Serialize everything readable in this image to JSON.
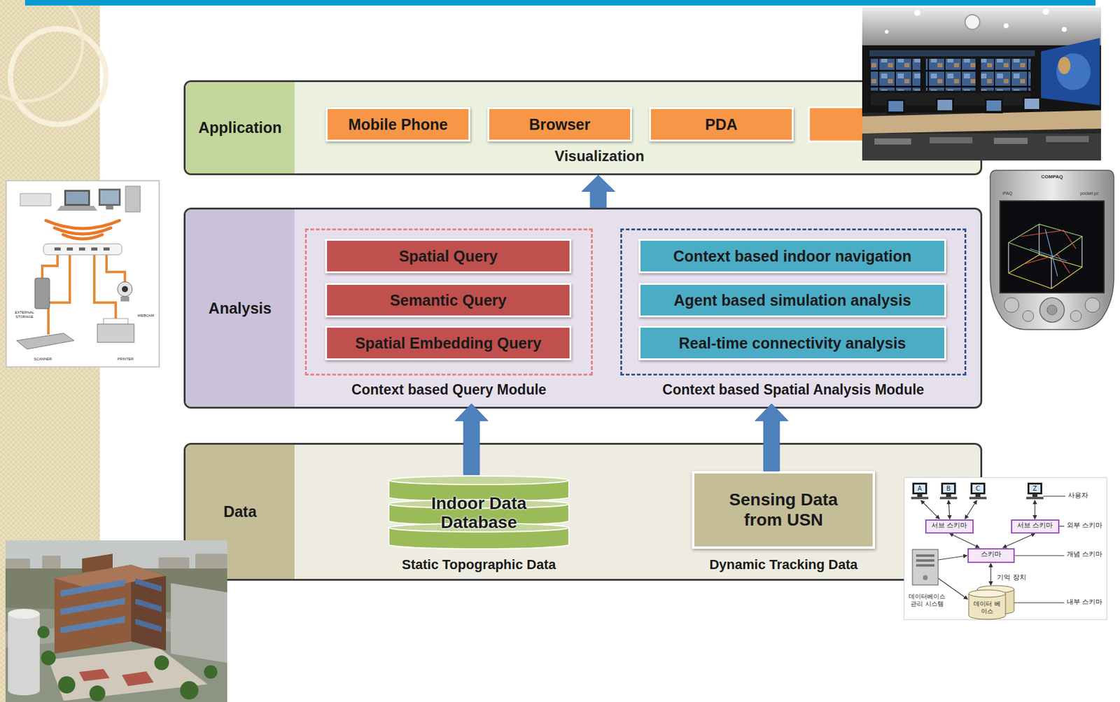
{
  "diagram": {
    "nodes": [
      {
        "text": [
          "Application",
          "Visualization"
        ]
      },
      {
        "text": [
          "Mobile Phone"
        ],
        "in": 0
      },
      {
        "text": [
          "Browser"
        ],
        "in": 0
      },
      {
        "text": [
          "PDA"
        ],
        "in": 0
      },
      {
        "text": [
          "Analysis"
        ]
      },
      {
        "text": [
          "Context based Query Module"
        ],
        "in": 4
      },
      {
        "text": [
          "Spatial Query"
        ],
        "in": 5
      },
      {
        "text": [
          "Semantic Query"
        ],
        "in": 5
      },
      {
        "text": [
          "Spatial Embedding Query"
        ],
        "in": 5
      },
      {
        "text": [
          "Context based Spatial Analysis Module"
        ],
        "in": 4
      },
      {
        "text": [
          "Context based indoor navigation"
        ],
        "in": 9
      },
      {
        "text": [
          "Agent based simulation analysis"
        ],
        "in": 9
      },
      {
        "text": [
          "Real-time connectivity analysis"
        ],
        "in": 9
      },
      {
        "text": [
          "Data"
        ]
      },
      {
        "text": [
          "Indoor Data Database",
          "Static Topographic Data"
        ],
        "in": 13
      },
      {
        "text": [
          "Sensing Data from USN",
          "Dynamic Tracking Data"
        ],
        "in": 13
      }
    ],
    "edges": [
      {
        "from": 14,
        "to": 5,
        "arrow": "to"
      },
      {
        "from": 15,
        "to": 9,
        "arrow": "to"
      },
      {
        "from": 4,
        "to": 0,
        "arrow": "to"
      }
    ],
    "labels": [
      "A",
      "B",
      "C",
      "Z",
      "사용자",
      "서브 스키마",
      "서브 스키마",
      "외부 스키마",
      "스키마",
      "개념 스키마",
      "기억 장치",
      "데이터 베이스",
      "내부 스키마",
      "데이터베이스 관리 시스템",
      "COMPAQ",
      "iPAQ",
      "pocket pc",
      "EXTERNAL STORAGE",
      "WEBCAM",
      "SCANNER",
      "PRINTER"
    ]
  }
}
